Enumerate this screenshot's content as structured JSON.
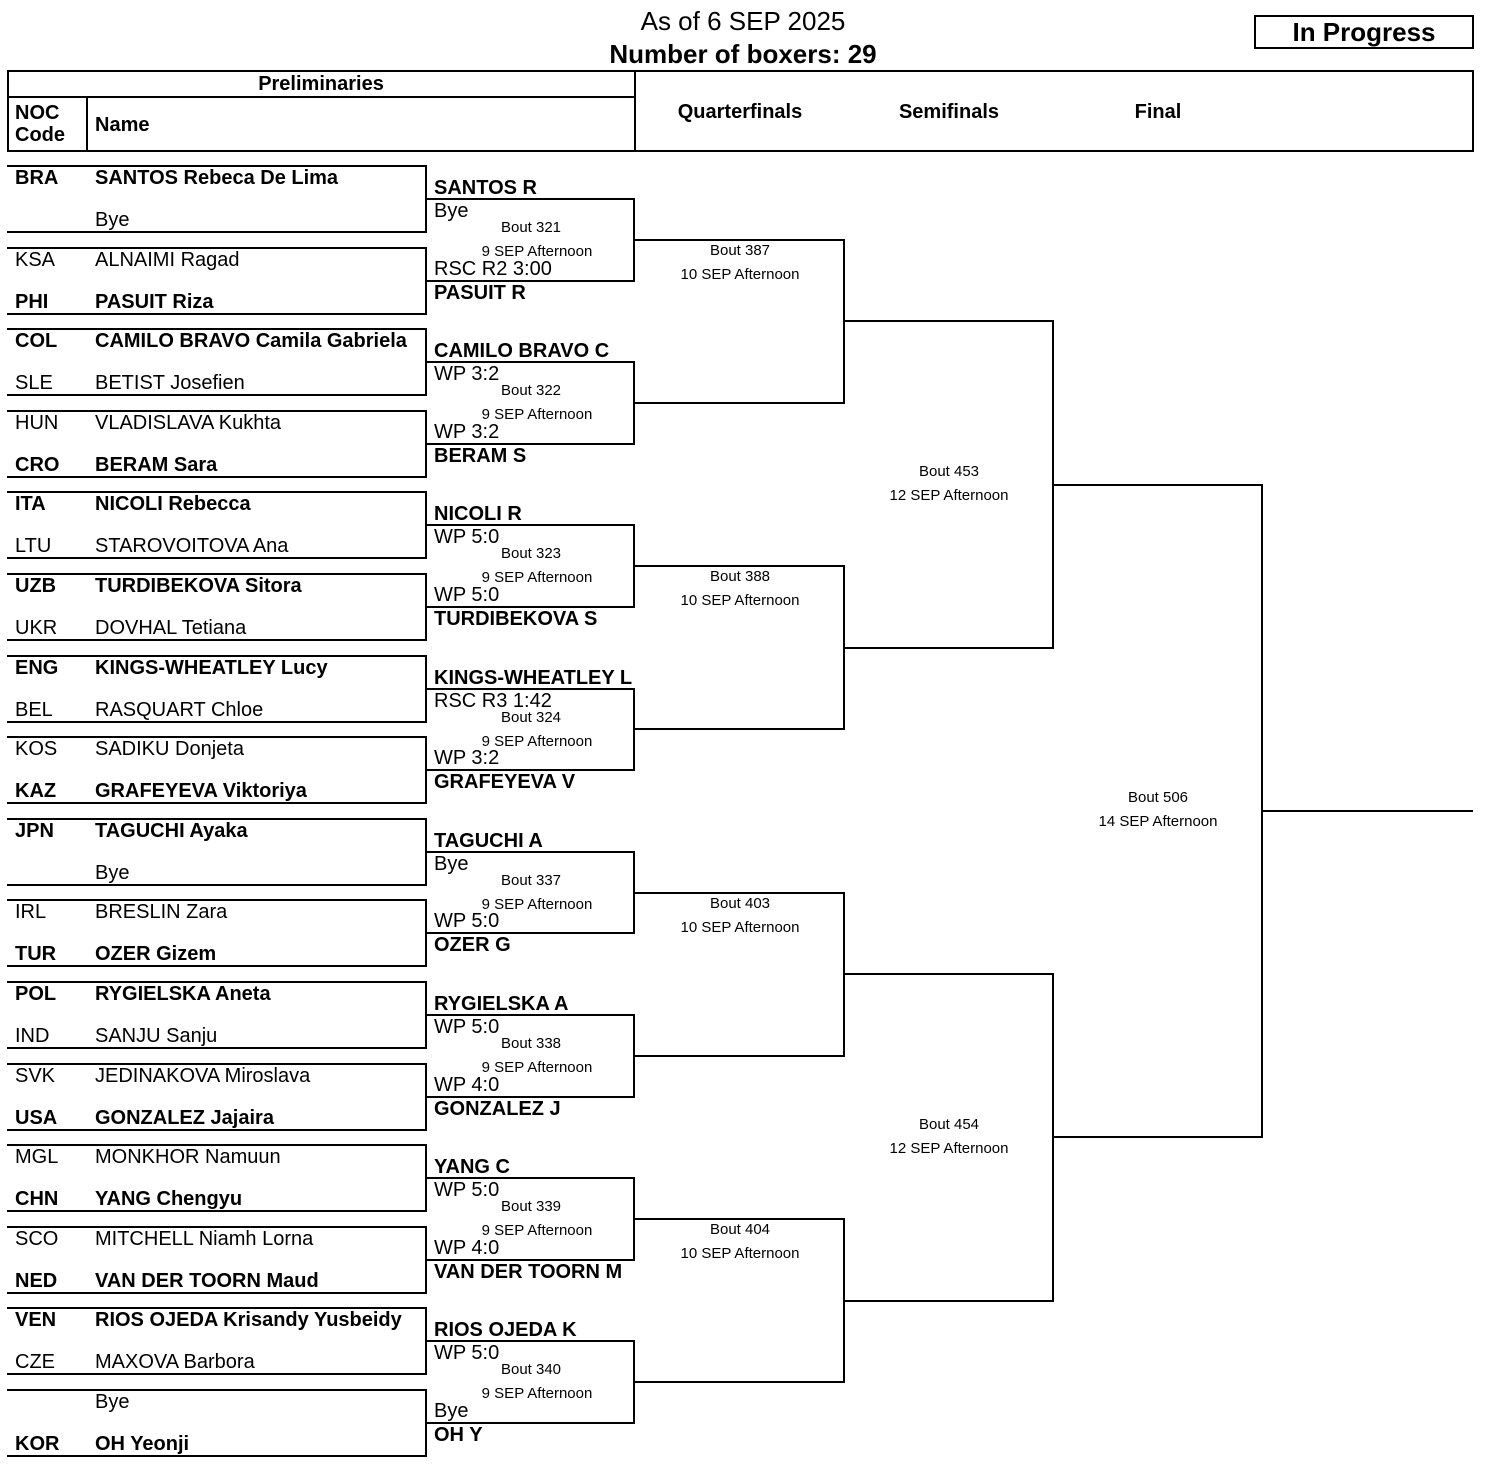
{
  "header": {
    "as_of": "As of 6 SEP 2025",
    "boxers_count": "Number of boxers: 29",
    "status": "In Progress"
  },
  "columns": {
    "preliminaries": "Preliminaries",
    "noc_code": "NOC Code",
    "name": "Name",
    "quarterfinals": "Quarterfinals",
    "semifinals": "Semifinals",
    "final": "Final"
  },
  "entries": [
    {
      "noc": "BRA",
      "name": "SANTOS Rebeca De Lima",
      "winner": true
    },
    {
      "noc": "",
      "name": "Bye",
      "winner": false
    },
    {
      "noc": "KSA",
      "name": "ALNAIMI Ragad",
      "winner": false
    },
    {
      "noc": "PHI",
      "name": "PASUIT Riza",
      "winner": true
    },
    {
      "noc": "COL",
      "name": "CAMILO BRAVO Camila Gabriela",
      "winner": true
    },
    {
      "noc": "SLE",
      "name": "BETIST Josefien",
      "winner": false
    },
    {
      "noc": "HUN",
      "name": "VLADISLAVA Kukhta",
      "winner": false
    },
    {
      "noc": "CRO",
      "name": "BERAM Sara",
      "winner": true
    },
    {
      "noc": "ITA",
      "name": "NICOLI Rebecca",
      "winner": true
    },
    {
      "noc": "LTU",
      "name": "STAROVOITOVA Ana",
      "winner": false
    },
    {
      "noc": "UZB",
      "name": "TURDIBEKOVA Sitora",
      "winner": true
    },
    {
      "noc": "UKR",
      "name": "DOVHAL Tetiana",
      "winner": false
    },
    {
      "noc": "ENG",
      "name": "KINGS-WHEATLEY Lucy",
      "winner": true
    },
    {
      "noc": "BEL",
      "name": "RASQUART Chloe",
      "winner": false
    },
    {
      "noc": "KOS",
      "name": "SADIKU Donjeta",
      "winner": false
    },
    {
      "noc": "KAZ",
      "name": "GRAFEYEVA Viktoriya",
      "winner": true
    },
    {
      "noc": "JPN",
      "name": "TAGUCHI Ayaka",
      "winner": true
    },
    {
      "noc": "",
      "name": "Bye",
      "winner": false
    },
    {
      "noc": "IRL",
      "name": "BRESLIN Zara",
      "winner": false
    },
    {
      "noc": "TUR",
      "name": "OZER Gizem",
      "winner": true
    },
    {
      "noc": "POL",
      "name": "RYGIELSKA Aneta",
      "winner": true
    },
    {
      "noc": "IND",
      "name": "SANJU Sanju",
      "winner": false
    },
    {
      "noc": "SVK",
      "name": "JEDINAKOVA Miroslava",
      "winner": false
    },
    {
      "noc": "USA",
      "name": "GONZALEZ Jajaira",
      "winner": true
    },
    {
      "noc": "MGL",
      "name": "MONKHOR Namuun",
      "winner": false
    },
    {
      "noc": "CHN",
      "name": "YANG Chengyu",
      "winner": true
    },
    {
      "noc": "SCO",
      "name": "MITCHELL Niamh Lorna",
      "winner": false
    },
    {
      "noc": "NED",
      "name": "VAN DER TOORN Maud",
      "winner": true
    },
    {
      "noc": "VEN",
      "name": "RIOS OJEDA Krisandy Yusbeidy",
      "winner": true
    },
    {
      "noc": "CZE",
      "name": "MAXOVA Barbora",
      "winner": false
    },
    {
      "noc": "",
      "name": "Bye",
      "winner": false
    },
    {
      "noc": "KOR",
      "name": "OH Yeonji",
      "winner": true
    }
  ],
  "prelim_winners": [
    {
      "name": "SANTOS R",
      "result": "Bye"
    },
    {
      "name": "PASUIT R",
      "result": "RSC R2 3:00"
    },
    {
      "name": "CAMILO BRAVO C",
      "result": "WP 3:2"
    },
    {
      "name": "BERAM S",
      "result": "WP 3:2"
    },
    {
      "name": "NICOLI R",
      "result": "WP 5:0"
    },
    {
      "name": "TURDIBEKOVA S",
      "result": "WP 5:0"
    },
    {
      "name": "KINGS-WHEATLEY L",
      "result": "RSC R3 1:42"
    },
    {
      "name": "GRAFEYEVA V",
      "result": "WP 3:2"
    },
    {
      "name": "TAGUCHI A",
      "result": "Bye"
    },
    {
      "name": "OZER G",
      "result": "WP 5:0"
    },
    {
      "name": "RYGIELSKA A",
      "result": "WP 5:0"
    },
    {
      "name": "GONZALEZ J",
      "result": "WP 4:0"
    },
    {
      "name": "YANG C",
      "result": "WP 5:0"
    },
    {
      "name": "VAN DER TOORN M",
      "result": "WP 4:0"
    },
    {
      "name": "RIOS OJEDA K",
      "result": "WP 5:0"
    },
    {
      "name": "OH Y",
      "result": "Bye"
    }
  ],
  "qf_bouts": [
    {
      "bout": "Bout  321",
      "when": "9 SEP Afternoon"
    },
    {
      "bout": "Bout  322",
      "when": "9 SEP Afternoon"
    },
    {
      "bout": "Bout  323",
      "when": "9 SEP Afternoon"
    },
    {
      "bout": "Bout  324",
      "when": "9 SEP Afternoon"
    },
    {
      "bout": "Bout  337",
      "when": "9 SEP Afternoon"
    },
    {
      "bout": "Bout  338",
      "when": "9 SEP Afternoon"
    },
    {
      "bout": "Bout  339",
      "when": "9 SEP Afternoon"
    },
    {
      "bout": "Bout  340",
      "when": "9 SEP Afternoon"
    }
  ],
  "sf_bouts": [
    {
      "bout": "Bout  387",
      "when": "10 SEP Afternoon"
    },
    {
      "bout": "Bout  388",
      "when": "10 SEP Afternoon"
    },
    {
      "bout": "Bout  403",
      "when": "10 SEP Afternoon"
    },
    {
      "bout": "Bout  404",
      "when": "10 SEP Afternoon"
    }
  ],
  "f_bouts": [
    {
      "bout": "Bout  453",
      "when": "12 SEP Afternoon"
    },
    {
      "bout": "Bout  454",
      "when": "12 SEP Afternoon"
    }
  ],
  "final_bout": {
    "bout": "Bout  506",
    "when": "14 SEP Afternoon"
  }
}
